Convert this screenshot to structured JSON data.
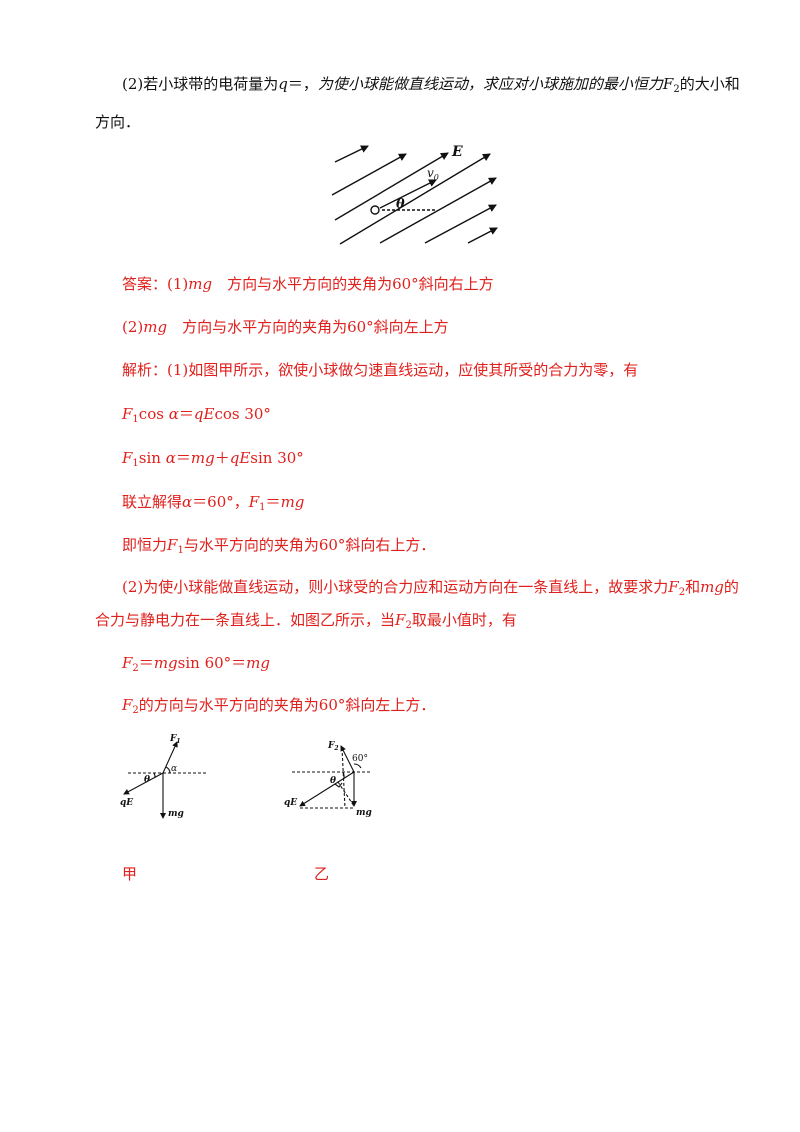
{
  "question": {
    "line1_a": "(2)若小球带的电荷量为",
    "line1_b": "q",
    "line1_c": "＝，",
    "line1_d": "为使小球能做直线运动，求应对小球施加的最小恒力",
    "line1_e": "F",
    "line1_f": "2",
    "line1_g": "的大小和",
    "line2": "方向．"
  },
  "figure_top": {
    "label_E": "E",
    "label_v": "v",
    "label_v_sub": "0",
    "label_theta": "θ"
  },
  "answer": {
    "a1_prefix": "答案：(1)",
    "a1_mg": "mg",
    "a1_rest": "　方向与水平方向的夹角为60°斜向右上方",
    "a2_prefix": "(2)",
    "a2_mg": "mg",
    "a2_rest": "　方向与水平方向的夹角为60°斜向左上方"
  },
  "analysis": {
    "p1": "解析：(1)如图甲所示，欲使小球做匀速直线运动，应使其所受的合力为零，有",
    "eq1_F": "F",
    "eq1_sub": "1",
    "eq1_a": "cos",
    "eq1_alpha": "α",
    "eq1_b": "＝",
    "eq1_qE": "qE",
    "eq1_c": "cos 30°",
    "eq2_F": "F",
    "eq2_sub": "1",
    "eq2_a": "sin",
    "eq2_alpha": "α",
    "eq2_b": "＝",
    "eq2_mg": "mg",
    "eq2_c": "＋",
    "eq2_qE": "qE",
    "eq2_d": "sin 30°",
    "p2_a": "联立解得",
    "p2_alpha": "α",
    "p2_b": "＝60°，",
    "p2_F": "F",
    "p2_sub": "1",
    "p2_c": "＝",
    "p2_mg": "mg",
    "p3_a": "即恒力",
    "p3_F": "F",
    "p3_sub": "1",
    "p3_b": "与水平方向的夹角为60°斜向右上方．",
    "p4_a": "(2)为使小球能做直线运动，则小球受的合力应和运动方向在一条直线上，故要求力",
    "p4_F": "F",
    "p4_sub": "2",
    "p4_b": "和",
    "p4_mg": "mg",
    "p4_c": "的",
    "p5_a": "合力与静电力在一条直线上．如图乙所示，当",
    "p5_F": "F",
    "p5_sub": "2",
    "p5_b": "取最小值时，有",
    "eq3_F": "F",
    "eq3_sub": "2",
    "eq3_a": "＝",
    "eq3_mg": "mg",
    "eq3_b": "sin 60°＝",
    "eq3_mg2": "mg",
    "p6_F": "F",
    "p6_sub": "2",
    "p6_a": "的方向与水平方向的夹角为60°斜向左上方．"
  },
  "figure_jia": {
    "label_F": "F",
    "label_F_sub": "1",
    "label_alpha": "α",
    "label_theta": "θ",
    "label_qE": "qE",
    "label_mg": "mg",
    "caption": "甲"
  },
  "figure_yi": {
    "label_F": "F",
    "label_F_sub": "2",
    "label_angle": "60°",
    "label_theta": "θ",
    "label_qE": "qE",
    "label_mg": "mg",
    "caption": "乙"
  }
}
